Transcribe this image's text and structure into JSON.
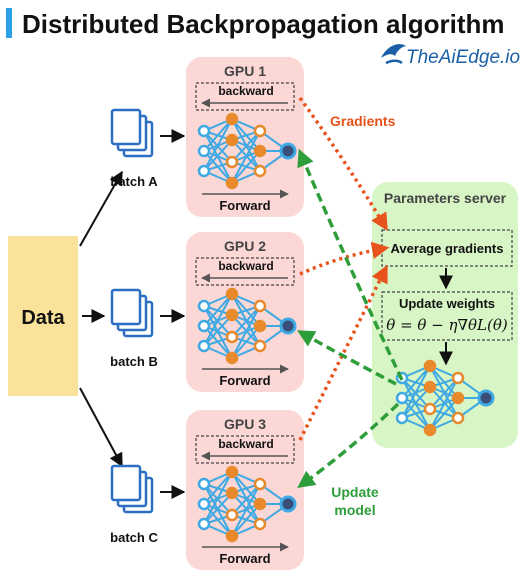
{
  "title": "Distributed Backpropagation algorithm",
  "brand": "TheAiEdge.io",
  "data_box": {
    "label": "Data"
  },
  "batches": [
    "batch A",
    "batch B",
    "batch C"
  ],
  "gpus": [
    {
      "label": "GPU 1",
      "backward": "backward",
      "forward": "Forward"
    },
    {
      "label": "GPU 2",
      "backward": "backward",
      "forward": "Forward"
    },
    {
      "label": "GPU 3",
      "backward": "backward",
      "forward": "Forward"
    }
  ],
  "server": {
    "title": "Parameters server",
    "average": "Average gradients",
    "update": "Update weights",
    "formula": "θ = θ − η∇θL(θ)"
  },
  "annotations": {
    "gradients": "Gradients",
    "update_model": "Update\nmodel"
  },
  "colors": {
    "accent_bar": "#2ba0e8",
    "brand": "#1a5fa8",
    "data_fill": "#fbe29a",
    "gpu_fill": "#fbd7d6",
    "server_fill": "#d8f5c5",
    "gradients": "#e8521c",
    "update": "#2e9e3a",
    "node_blue": "#3ea9e3",
    "node_orange": "#e88a2c",
    "node_dark": "#3a4e7a",
    "doc_blue": "#2c6fc4"
  }
}
